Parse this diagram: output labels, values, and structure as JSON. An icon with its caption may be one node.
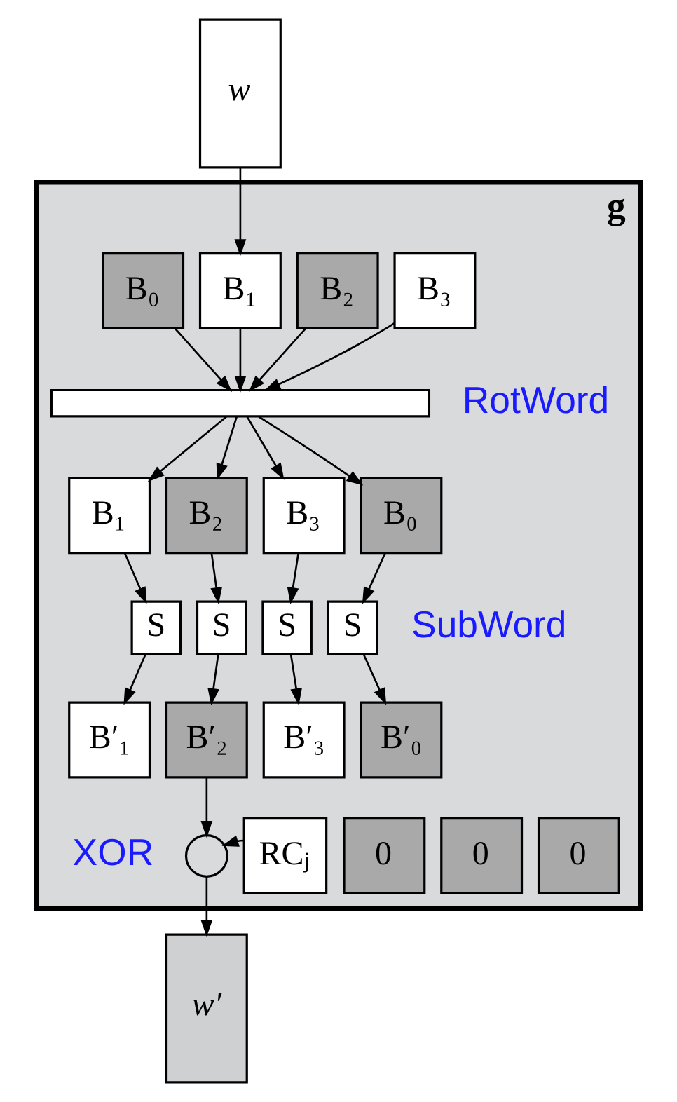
{
  "diagram": {
    "nodes": [
      {
        "text": [
          "w"
        ]
      },
      {
        "text": [
          "g"
        ]
      },
      {
        "text": [
          "B₀"
        ],
        "in": 1
      },
      {
        "text": [
          "B₁"
        ],
        "in": 1
      },
      {
        "text": [
          "B₂"
        ],
        "in": 1
      },
      {
        "text": [
          "B₃"
        ],
        "in": 1
      },
      {
        "text": [],
        "shape": "box",
        "in": 1
      },
      {
        "text": [
          "B₁"
        ],
        "in": 1
      },
      {
        "text": [
          "B₂"
        ],
        "in": 1
      },
      {
        "text": [
          "B₃"
        ],
        "in": 1
      },
      {
        "text": [
          "B₀"
        ],
        "in": 1
      },
      {
        "text": [
          "S"
        ],
        "in": 1
      },
      {
        "text": [
          "S"
        ],
        "in": 1
      },
      {
        "text": [
          "S"
        ],
        "in": 1
      },
      {
        "text": [
          "S"
        ],
        "in": 1
      },
      {
        "text": [
          "B′₁"
        ],
        "in": 1
      },
      {
        "text": [
          "B′₂"
        ],
        "in": 1
      },
      {
        "text": [
          "B′₃"
        ],
        "in": 1
      },
      {
        "text": [
          "B′₀"
        ],
        "in": 1
      },
      {
        "text": [],
        "shape": "circle",
        "in": 1
      },
      {
        "text": [
          "RCⱼ"
        ],
        "in": 1
      },
      {
        "text": [
          "0"
        ],
        "in": 1
      },
      {
        "text": [
          "0"
        ],
        "in": 1
      },
      {
        "text": [
          "0"
        ],
        "in": 1
      },
      {
        "text": [
          "w′"
        ]
      }
    ],
    "edges": [
      {
        "from": 0,
        "to": 3,
        "arrow": "to"
      },
      {
        "from": 2,
        "to": 6,
        "arrow": "to"
      },
      {
        "from": 3,
        "to": 6,
        "arrow": "to"
      },
      {
        "from": 4,
        "to": 6,
        "arrow": "to"
      },
      {
        "from": 5,
        "to": 6,
        "arrow": "to"
      },
      {
        "from": 6,
        "to": 7,
        "arrow": "to"
      },
      {
        "from": 6,
        "to": 8,
        "arrow": "to"
      },
      {
        "from": 6,
        "to": 9,
        "arrow": "to"
      },
      {
        "from": 6,
        "to": 10,
        "arrow": "to"
      },
      {
        "from": 7,
        "to": 11,
        "arrow": "to"
      },
      {
        "from": 8,
        "to": 12,
        "arrow": "to"
      },
      {
        "from": 9,
        "to": 13,
        "arrow": "to"
      },
      {
        "from": 10,
        "to": 14,
        "arrow": "to"
      },
      {
        "from": 11,
        "to": 15,
        "arrow": "to"
      },
      {
        "from": 12,
        "to": 16,
        "arrow": "to"
      },
      {
        "from": 13,
        "to": 17,
        "arrow": "to"
      },
      {
        "from": 14,
        "to": 18,
        "arrow": "to"
      },
      {
        "from": 16,
        "to": 19,
        "arrow": "to"
      },
      {
        "from": 20,
        "to": 19,
        "arrow": "to"
      },
      {
        "from": 19,
        "to": 24,
        "arrow": "to"
      }
    ],
    "labels": [
      "RotWord",
      "SubWord",
      "XOR"
    ]
  }
}
